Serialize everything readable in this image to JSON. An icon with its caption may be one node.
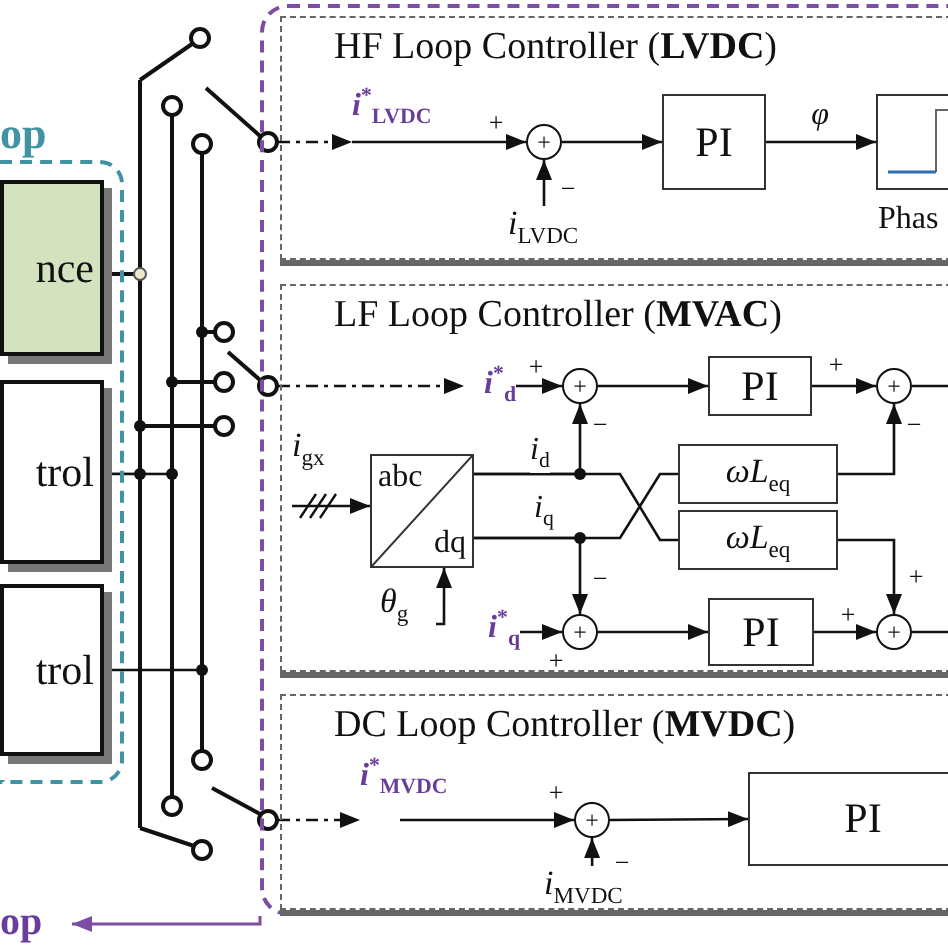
{
  "diagram": {
    "nodes": [
      {
        "text": [
          "op"
        ]
      },
      {
        "text": [
          "nce"
        ],
        "in": 0
      },
      {
        "text": [
          "trol"
        ],
        "in": 0
      },
      {
        "text": [
          "trol"
        ],
        "in": 0
      },
      {
        "text": [],
        "shape": "box"
      },
      {
        "text": [
          "HF Loop Controller (**LVDC**)"
        ],
        "in": 4
      },
      {
        "text": [
          "*i*$^{*}$$_{LVDC}$"
        ],
        "in": 5
      },
      {
        "text": [
          "+"
        ],
        "in": 5
      },
      {
        "text": [
          "PI"
        ],
        "in": 5
      },
      {
        "text": [
          "Phas"
        ],
        "in": 5
      },
      {
        "text": [
          "*i*$_{LVDC}$"
        ],
        "in": 5
      },
      {
        "text": [
          "LF Loop Controller (**MVAC**)"
        ],
        "in": 4
      },
      {
        "text": [
          "*i*$^{*}$$_{d}$"
        ],
        "in": 11
      },
      {
        "text": [
          "+"
        ],
        "in": 11
      },
      {
        "text": [
          "PI"
        ],
        "in": 11
      },
      {
        "text": [
          "+"
        ],
        "in": 11
      },
      {
        "text": [
          "abc",
          "dq"
        ],
        "in": 11
      },
      {
        "text": [
          "*ωL*$_{eq}$"
        ],
        "in": 11
      },
      {
        "text": [
          "*ωL*$_{eq}$"
        ],
        "in": 11
      },
      {
        "text": [
          "+"
        ],
        "in": 11
      },
      {
        "text": [
          "PI"
        ],
        "in": 11
      },
      {
        "text": [
          "+"
        ],
        "in": 11
      },
      {
        "text": [
          "*i*$^{*}$$_{q}$"
        ],
        "in": 11
      },
      {
        "text": [
          "*i*$_{gx}$"
        ],
        "in": 11
      },
      {
        "text": [
          "*θ*$_{g}$"
        ],
        "in": 11
      },
      {
        "text": [
          "DC Loop Controller (**MVDC**)"
        ],
        "in": 4
      },
      {
        "text": [
          "*i*$^{*}$$_{MVDC}$"
        ],
        "in": 25
      },
      {
        "text": [
          "+"
        ],
        "in": 25
      },
      {
        "text": [
          "PI"
        ],
        "in": 25
      },
      {
        "text": [
          "*i*$_{MVDC}$"
        ],
        "in": 25
      },
      {
        "text": [
          "op"
        ]
      }
    ],
    "edges": [
      {
        "from": 1,
        "to": null,
        "arrow": "none"
      },
      {
        "from": 2,
        "to": null,
        "arrow": "other"
      },
      {
        "from": 3,
        "to": null,
        "arrow": "other"
      },
      {
        "from": null,
        "to": 6,
        "arrow": "to",
        "style": "dashed"
      },
      {
        "from": 6,
        "to": 7,
        "arrow": "to"
      },
      {
        "from": 10,
        "to": 7,
        "arrow": "to"
      },
      {
        "from": 7,
        "to": 8,
        "arrow": "to"
      },
      {
        "from": 8,
        "to": 9,
        "arrow": "to",
        "label": "φ"
      },
      {
        "from": null,
        "to": 12,
        "arrow": "to",
        "style": "dashed"
      },
      {
        "from": 12,
        "to": 13,
        "arrow": "to"
      },
      {
        "from": 13,
        "to": 14,
        "arrow": "to"
      },
      {
        "from": 14,
        "to": 15,
        "arrow": "to"
      },
      {
        "from": 23,
        "to": 16,
        "arrow": "to"
      },
      {
        "from": 24,
        "to": 16,
        "arrow": "to"
      },
      {
        "from": 16,
        "to": 13,
        "arrow": "to",
        "label": "*i*$_{d}$"
      },
      {
        "from": 16,
        "to": 18,
        "arrow": "none"
      },
      {
        "from": 16,
        "to": 19,
        "arrow": "to",
        "label": "*i*$_{q}$"
      },
      {
        "from": 16,
        "to": 17,
        "arrow": "none"
      },
      {
        "from": 17,
        "to": 15,
        "arrow": "to"
      },
      {
        "from": 18,
        "to": 21,
        "arrow": "to"
      },
      {
        "from": 22,
        "to": 19,
        "arrow": "to"
      },
      {
        "from": 19,
        "to": 20,
        "arrow": "to"
      },
      {
        "from": 20,
        "to": 21,
        "arrow": "to"
      },
      {
        "from": null,
        "to": 26,
        "arrow": "to",
        "style": "dashed"
      },
      {
        "from": 26,
        "to": 27,
        "arrow": "to"
      },
      {
        "from": 29,
        "to": 27,
        "arrow": "to"
      },
      {
        "from": 27,
        "to": 28,
        "arrow": "to"
      },
      {
        "from": 4,
        "to": 30,
        "arrow": "to",
        "color": "#7b4ea3"
      },
      {
        "from": 15,
        "to": null,
        "arrow": "none"
      },
      {
        "from": 21,
        "to": null,
        "arrow": "none"
      }
    ],
    "labels": [
      "+",
      "−",
      "+",
      "−",
      "+",
      "−",
      "−",
      "+",
      "+",
      "+",
      "+",
      "−"
    ]
  }
}
